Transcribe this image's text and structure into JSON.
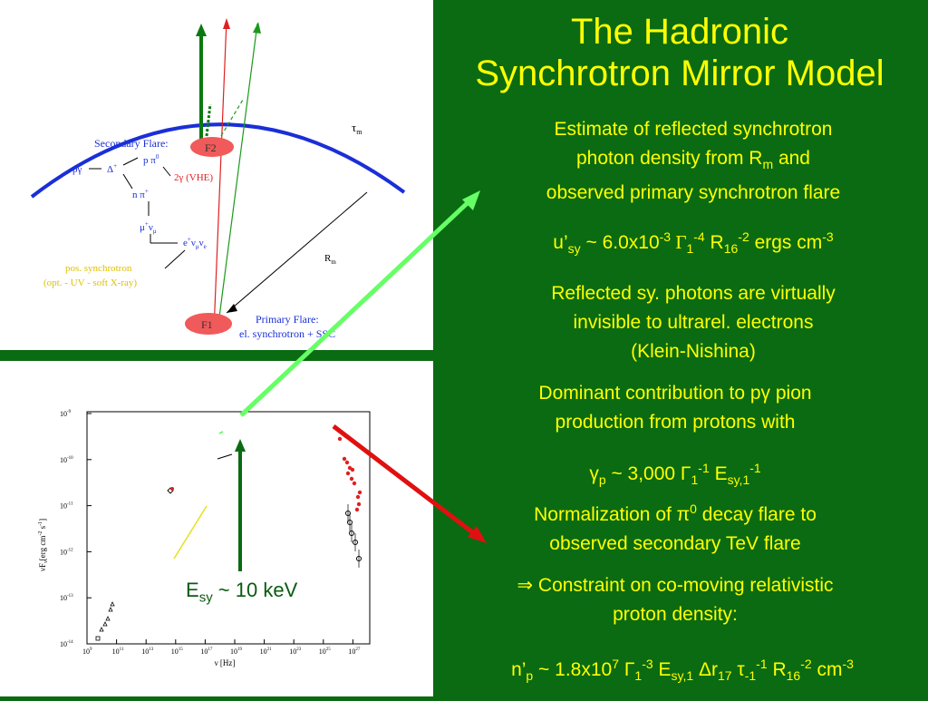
{
  "title_line1": "The Hadronic",
  "title_line2": "Synchrotron Mirror Model",
  "p1": {
    "l1": "Estimate of reflected synchrotron",
    "l2a": "photon density from R",
    "l2sub": "m",
    "l2b": " and",
    "l3": "observed primary synchrotron flare"
  },
  "eq1": {
    "a": "u’",
    "a_sub": "sy",
    "b": " ~ 6.0x10",
    "b_sup": "-3",
    "c": " Γ",
    "c_sub": "1",
    "c_sup": "-4",
    "d": " R",
    "d_sub": "16",
    "d_sup": "-2",
    "e": " ergs cm",
    "e_sup": "-3"
  },
  "p2": {
    "l1": "Reflected sy. photons are virtually",
    "l2": "invisible to ultrarel. electrons",
    "l3": "(Klein-Nishina)"
  },
  "p3": {
    "l1": "Dominant contribution to pγ pion",
    "l2": "production from protons with"
  },
  "eq2": {
    "a": "γ",
    "a_sub": "p",
    "b": " ~ 3,000 Γ",
    "b_sub": "1",
    "b_sup": "-1",
    "c": " E",
    "c_sub": "sy,1",
    "c_sup": "-1"
  },
  "p4": {
    "l1": "Normalization of π",
    "l1_sup": "0",
    "l1b": " decay flare to",
    "l2": "observed secondary TeV flare"
  },
  "p5": {
    "l1": "⇒ Constraint on co-moving relativistic",
    "l2": "proton density:"
  },
  "eq3": {
    "a": "n’",
    "a_sub": "p",
    "b": " ~ 1.8x10",
    "b_sup": "7",
    "c": " Γ",
    "c_sub": "1",
    "c_sup": "-3",
    "d": " E",
    "d_sub": "sy,1",
    "e": " Δr",
    "e_sub": "17",
    "f": " τ",
    "f_sub": "-1",
    "f_sup": "-1",
    "g": " R",
    "g_sub": "16",
    "g_sup": "-2",
    "h": " cm",
    "h_sup": "-3"
  },
  "esy": {
    "a": "E",
    "sub": "sy",
    "b": " ~ 10 keV"
  },
  "diagram": {
    "tau_m": "τ",
    "tau_sub": "m",
    "secondary_flare": "Secondary Flare:",
    "f2": "F2",
    "f1": "F1",
    "pgamma": "pγ",
    "delta": "Δ",
    "delta_sup": "+",
    "p_pi0": "p π",
    "p_pi0_sup": "0",
    "two_gamma": "2γ (VHE)",
    "n_pi": "n π",
    "n_pi_sup": "+",
    "mu_nu": "μ",
    "mu_sup": "+",
    "nu_mu": "ν",
    "nu_mu_sub": "μ",
    "e_nu": "e",
    "e_sup": "+",
    "nu_e_a": "ν",
    "nu_e_a_sub": "μ",
    "nu_e_b": "ν",
    "nu_e_b_sub": "e",
    "pos_sync_1": "pos. synchrotron",
    "pos_sync_2": "(opt. - UV - soft X-ray)",
    "rm": "R",
    "rm_sub": "m",
    "primary_flare_1": "Primary Flare:",
    "primary_flare_2": "el. synchrotron + SSC"
  },
  "plot": {
    "ylabel": "νF",
    "ylabel_sub": "ν",
    "ylabel_unit": "[erg cm",
    "ylabel_unit_sup1": "-2",
    "ylabel_unit_mid": " s",
    "ylabel_unit_sup2": "-1",
    "ylabel_end": "]",
    "xlabel": "ν [Hz]",
    "yticks": [
      {
        "base": "10",
        "exp": "-9"
      },
      {
        "base": "10",
        "exp": "-10"
      },
      {
        "base": "10",
        "exp": "-11"
      },
      {
        "base": "10",
        "exp": "-12"
      },
      {
        "base": "10",
        "exp": "-13"
      },
      {
        "base": "10",
        "exp": "-14"
      }
    ],
    "xticks": [
      {
        "base": "10",
        "exp": "9"
      },
      {
        "base": "10",
        "exp": "11"
      },
      {
        "base": "10",
        "exp": "13"
      },
      {
        "base": "10",
        "exp": "15"
      },
      {
        "base": "10",
        "exp": "17"
      },
      {
        "base": "10",
        "exp": "19"
      },
      {
        "base": "10",
        "exp": "21"
      },
      {
        "base": "10",
        "exp": "23"
      },
      {
        "base": "10",
        "exp": "25"
      },
      {
        "base": "10",
        "exp": "27"
      }
    ]
  },
  "colors": {
    "background": "#0a6b12",
    "text": "#ffff00",
    "arrow_light": "#66ff66",
    "arrow_red": "#e01010",
    "arc": "#1a2fd6",
    "flare": "#f05a5a"
  }
}
